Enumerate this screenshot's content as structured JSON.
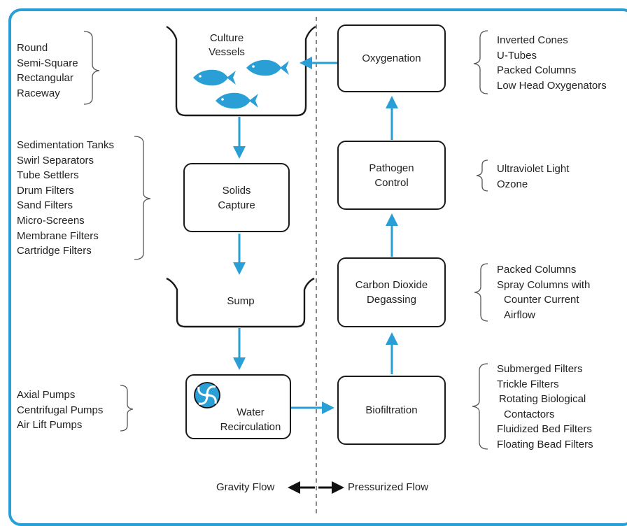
{
  "nodes": {
    "culture_vessels": [
      "Culture",
      "Vessels"
    ],
    "solids_capture": [
      "Solids",
      "Capture"
    ],
    "sump": "Sump",
    "water_recirculation": [
      "Water",
      "Recirculation"
    ],
    "oxygenation": "Oxygenation",
    "pathogen_control": [
      "Pathogen",
      "Control"
    ],
    "co2_degassing": [
      "Carbon Dioxide",
      "Degassing"
    ],
    "biofiltration": "Biofiltration"
  },
  "options": {
    "culture_vessels": [
      "Round",
      "Semi-Square",
      "Rectangular",
      "Raceway"
    ],
    "solids_capture": [
      "Sedimentation Tanks",
      "Swirl Separators",
      "Tube Settlers",
      "Drum Filters",
      "Sand Filters",
      "Micro-Screens",
      "Membrane Filters",
      "Cartridge Filters"
    ],
    "pumps": [
      "Axial Pumps",
      "Centrifugal Pumps",
      "Air Lift Pumps"
    ],
    "oxygenation": [
      "Inverted Cones",
      "U-Tubes",
      "Packed Columns",
      "Low Head Oxygenators"
    ],
    "pathogen_control": [
      "Ultraviolet Light",
      "Ozone"
    ],
    "co2_degassing": [
      "Packed Columns",
      "Spray Columns with",
      "Counter Current",
      "Airflow"
    ],
    "biofiltration": [
      "Submerged Filters",
      "Trickle Filters",
      "Rotating Biological",
      "Contactors",
      "Fluidized Bed Filters",
      "Floating Bead Filters"
    ]
  },
  "legend": {
    "gravity": "Gravity Flow",
    "pressurized": "Pressurized Flow"
  },
  "colors": {
    "frame": "#2a9fd6",
    "arrow": "#2a9fd6",
    "fish": "#2a9fd6",
    "box_border": "#1a1a1a"
  },
  "icons": [
    "fish-icon",
    "pump-impeller-icon"
  ]
}
